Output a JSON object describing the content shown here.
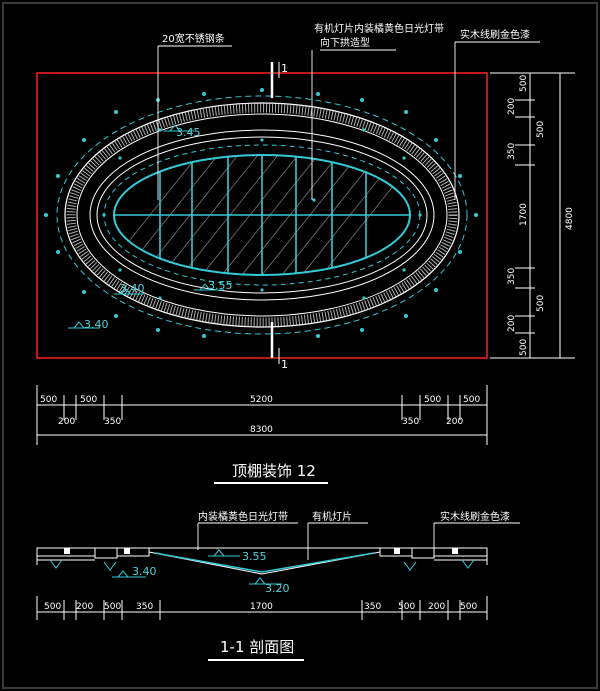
{
  "plan": {
    "label_strip": "20宽不锈钢条",
    "label_lamp_line1": "有机灯片内装橘黄色日光灯带",
    "label_lamp_line2": "向下拱造型",
    "label_paint": "实木线刷金色漆",
    "section_mark": "1",
    "levels": [
      "3.45",
      "3.40",
      "3.55",
      "3.40"
    ],
    "dims_right_outer": [
      "500",
      "200",
      "500",
      "350",
      "1700",
      "350",
      "500",
      "200",
      "500"
    ],
    "dim_right_total": "4800",
    "dims_bottom_row1": [
      "500",
      "500",
      "5200",
      "500",
      "500"
    ],
    "dims_bottom_row2": [
      "200",
      "350",
      "350",
      "200"
    ],
    "dim_bottom_total": "8300",
    "title": "顶棚装饰 12"
  },
  "section": {
    "label_lamp": "内装橘黄色日光灯带",
    "label_organic": "有机灯片",
    "label_paint": "实木线刷金色漆",
    "levels": [
      "3.55",
      "3.40",
      "3.20"
    ],
    "dims": [
      "500",
      "200",
      "500",
      "350",
      "1700",
      "350",
      "500",
      "200",
      "500"
    ],
    "title": "1-1 剖面图"
  },
  "colors": {
    "background": "#000000",
    "frame": "#ff2020",
    "cyan": "#35c9d6",
    "lines": "#ffffff"
  }
}
